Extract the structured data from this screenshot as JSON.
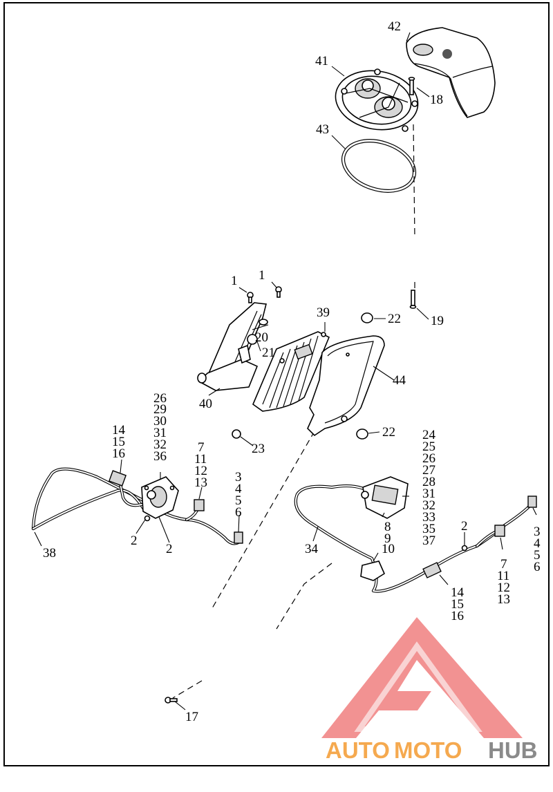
{
  "callouts": [
    {
      "id": "c42",
      "text": "42"
    },
    {
      "id": "c41",
      "text": "41"
    },
    {
      "id": "c18",
      "text": "18"
    },
    {
      "id": "c43",
      "text": "43"
    },
    {
      "id": "c1a",
      "text": "1"
    },
    {
      "id": "c1b",
      "text": "1"
    },
    {
      "id": "c19",
      "text": "19"
    },
    {
      "id": "c39",
      "text": "39"
    },
    {
      "id": "c22a",
      "text": "22"
    },
    {
      "id": "c20",
      "text": "20"
    },
    {
      "id": "c21",
      "text": "21"
    },
    {
      "id": "c44",
      "text": "44"
    },
    {
      "id": "c40",
      "text": "40"
    },
    {
      "id": "c23",
      "text": "23"
    },
    {
      "id": "c22b",
      "text": "22"
    },
    {
      "id": "c38",
      "text": "38"
    },
    {
      "id": "c2a",
      "text": "2"
    },
    {
      "id": "c2b",
      "text": "2"
    },
    {
      "id": "c34",
      "text": "34"
    },
    {
      "id": "c10",
      "text": "10"
    },
    {
      "id": "c2c",
      "text": "2"
    },
    {
      "id": "c17",
      "text": "17"
    }
  ],
  "callout_stacks": [
    {
      "id": "s-left-top",
      "lines": [
        "26",
        "29",
        "30",
        "31",
        "32",
        "36"
      ]
    },
    {
      "id": "s-left-conn",
      "lines": [
        "14",
        "15",
        "16"
      ]
    },
    {
      "id": "s-left-mid",
      "lines": [
        "7",
        "11",
        "12",
        "13"
      ]
    },
    {
      "id": "s-left-right",
      "lines": [
        "3",
        "4",
        "5",
        "6"
      ]
    },
    {
      "id": "s-right-top",
      "lines": [
        "24",
        "25",
        "26",
        "27",
        "28",
        "31",
        "32",
        "33",
        "35",
        "37"
      ]
    },
    {
      "id": "s-right-89",
      "lines": [
        "8",
        "9"
      ]
    },
    {
      "id": "s-right-far",
      "lines": [
        "3",
        "4",
        "5",
        "6"
      ]
    },
    {
      "id": "s-right-mid",
      "lines": [
        "7",
        "11",
        "12",
        "13"
      ]
    },
    {
      "id": "s-right-bottom",
      "lines": [
        "14",
        "15",
        "16"
      ]
    }
  ],
  "watermark": {
    "part1": "AUTO",
    "part2": "MOTO",
    "part3": "HUB",
    "logo_color": "#f08080",
    "orange": "#f5a94f",
    "gray": "#8a8a8a"
  }
}
